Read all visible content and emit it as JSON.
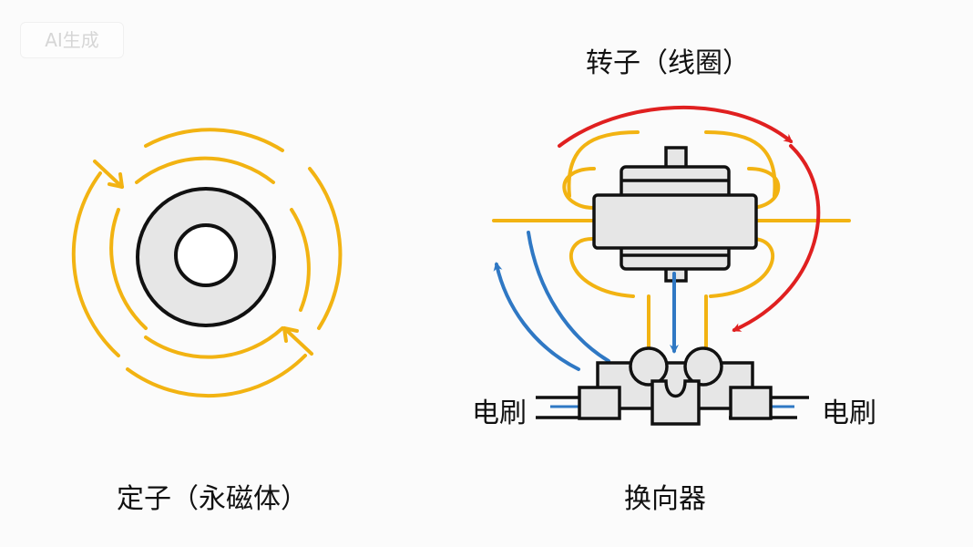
{
  "watermark": "AI生成",
  "labels": {
    "rotor": "转子（线圈）",
    "stator": "定子（永磁体）",
    "commutator": "换向器",
    "brush_left": "电刷",
    "brush_right": "电刷"
  },
  "colors": {
    "field_lines": "#f2b312",
    "rotation_arrow": "#e02020",
    "current_arrow": "#2f78c4",
    "outline": "#111111",
    "fill": "#e6e6e6"
  }
}
